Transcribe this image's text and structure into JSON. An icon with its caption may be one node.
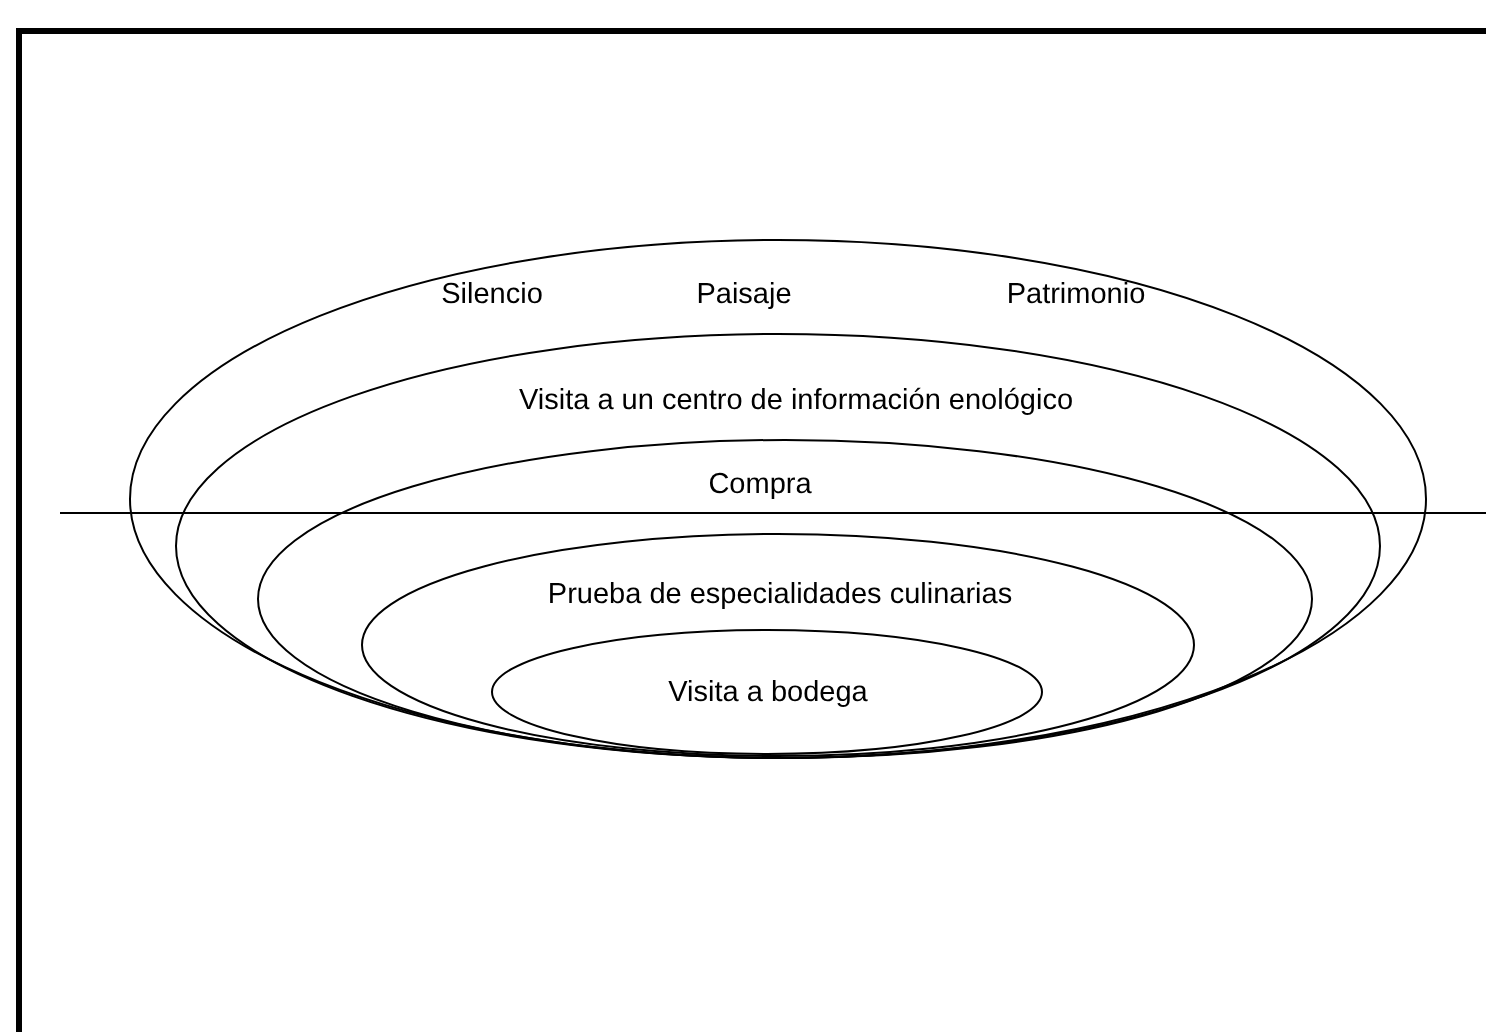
{
  "diagram": {
    "nodes": [
      {
        "text": [
          "Silencio",
          "Paisaje",
          "Patrimonio"
        ]
      },
      {
        "text": [
          "Visita a un centro de información enológico"
        ],
        "in": 0
      },
      {
        "text": [
          "Compra"
        ],
        "in": 1
      },
      {
        "text": [
          "Prueba de especialidades culinarias"
        ],
        "in": 2
      },
      {
        "text": [
          "Visita a bodega"
        ],
        "in": 3
      }
    ]
  }
}
